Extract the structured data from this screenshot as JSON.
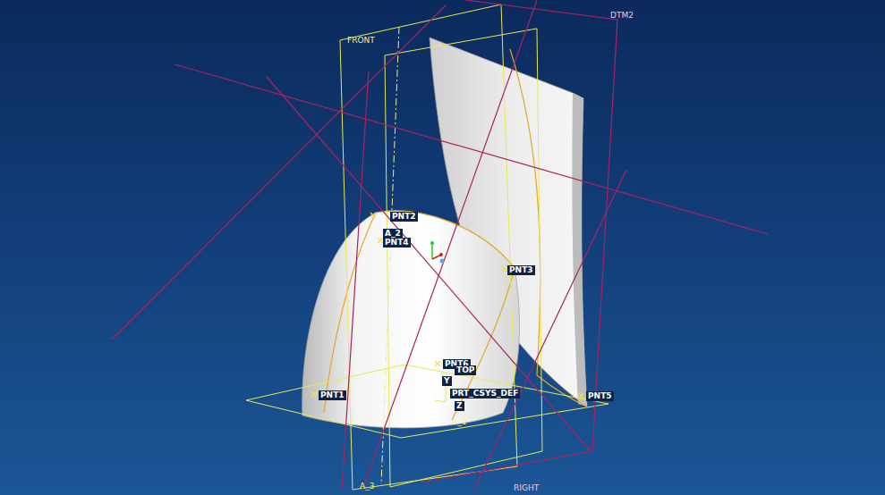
{
  "diagram": {
    "labels": [
      "DTM2",
      "FRONT",
      "PNT2",
      "A_2",
      "PNT4",
      "PNT3",
      "PNT6",
      "TOP",
      "PNT1",
      "PRT_CSYS_DEF",
      "PNT5",
      "Y",
      "Z",
      "A_1",
      "A_3",
      "RIGHT"
    ]
  }
}
